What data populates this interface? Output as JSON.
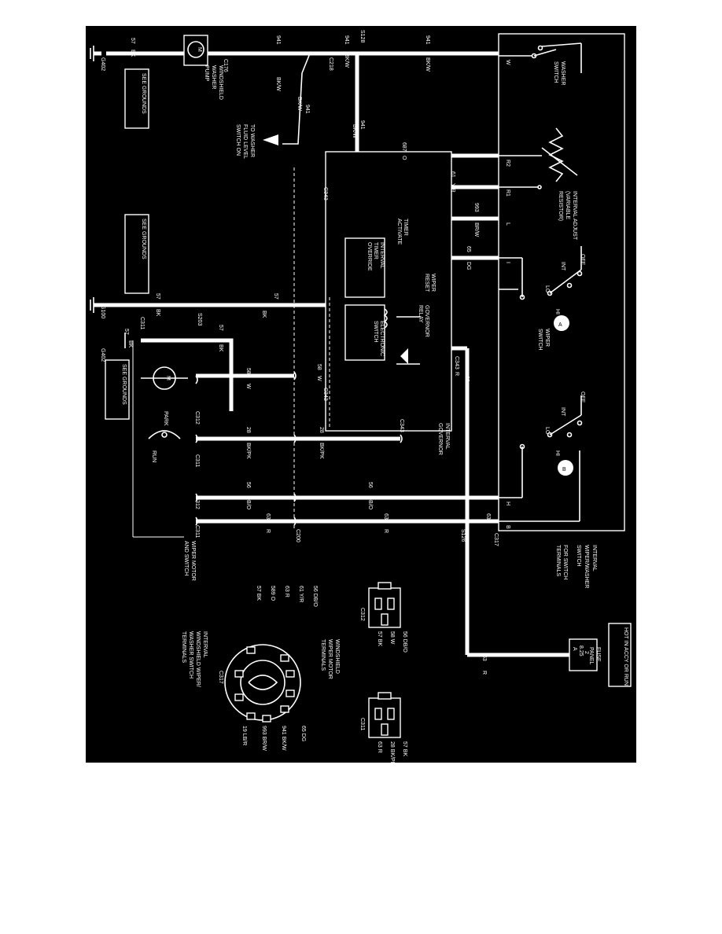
{
  "labels": {
    "interval_ws_switch": [
      "INTERVAL",
      "WIPER/WASHER",
      "SWITCH"
    ],
    "for_switch_terminals": [
      "FOR SWITCH",
      "TERMINALS"
    ],
    "washer_switch": [
      "WASHER",
      "SWITCH"
    ],
    "interval_adjust": [
      "INTERVAL ADJUST",
      "(VARIABLE",
      "RESISTOR)"
    ],
    "wiper_switch": [
      "WIPER",
      "SWITCH"
    ],
    "washer_pump": [
      "WINDSHIELD",
      "WASHER",
      "PUMP"
    ],
    "see_grounds": "SEE GROUNDS",
    "to_washer_fluid": [
      "TO WASHER",
      "FLUID LEVEL",
      "SWITCH ON"
    ],
    "timer_activate": [
      "TIMER",
      "ACTIVATE"
    ],
    "interval_timer_override": [
      "INTERVAL",
      "TIMER",
      "OVERRIDE"
    ],
    "wiper_reset": [
      "WIPER",
      "RESET"
    ],
    "governor_relay": [
      "GOVERNOR",
      "RELAY"
    ],
    "electronic_switch": [
      "ELECTRONIC",
      "SWITCH"
    ],
    "interval_governor": [
      "INTERVAL",
      "GOVERNOR"
    ],
    "wiper_motor_switch": [
      "WIPER MOTOR",
      "AND SWITCH"
    ],
    "park": "PARK",
    "run": "RUN",
    "hot_in": "HOT IN ACCY OR RUN",
    "fuse_panel": [
      "FUSE",
      "PANEL"
    ],
    "fuse_id": "2",
    "fuse_amp": "8.25",
    "fuse_a": "A",
    "ws_motor_terminals": [
      "WINDSHIELD",
      "WIPER MOTOR",
      "TERMINALS"
    ],
    "int_ws_terminals": [
      "INTERVAL",
      "WINDSHIELD WIPER/",
      "WASHER SWITCH",
      "TERMINALS"
    ],
    "badge_a": "A",
    "badge_b": "B",
    "off": "OFF",
    "int": "INT",
    "lo": "LO",
    "hi": "HI",
    "r1": "R1",
    "r2": "R2",
    "w": "W",
    "l": "L",
    "i": "I",
    "h": "H",
    "b": "B",
    "m": "M"
  },
  "connectors": {
    "c317": "C317",
    "c218": "C218",
    "c176": "C176",
    "c343": "C343",
    "c311": "C311",
    "c312": "C312",
    "c200": "C200",
    "s128": "S128",
    "s126": "S126",
    "s203": "S203",
    "g402": "G402",
    "g100": "G100"
  },
  "wires": {
    "w941": "941",
    "bkw": "BK/W",
    "w57": "57",
    "bk": "BK",
    "w687": "687",
    "o": "O",
    "w61": "61",
    "yr": "Y/R",
    "w993": "993",
    "brw": "BR/W",
    "w65": "65",
    "dg": "DG",
    "w63": "63",
    "r": "R",
    "w56": "56",
    "dbo": "DB/O",
    "w28": "28",
    "bkpk": "BK/PK",
    "w58": "58",
    "ww": "W"
  },
  "pinouts": {
    "c312_pins": [
      "57 BK",
      "58 W",
      "56 DB/O"
    ],
    "c311_pins": [
      "63 R",
      "28 BK/PK",
      "57 BK"
    ],
    "c317_left": [
      "56 DB/O",
      "61 Y/R",
      "63 R",
      "589 O",
      "57 BK"
    ],
    "c317_right": [
      "65 DG",
      "941 BK/W",
      "993 BR/W",
      "19 LB/R"
    ]
  }
}
